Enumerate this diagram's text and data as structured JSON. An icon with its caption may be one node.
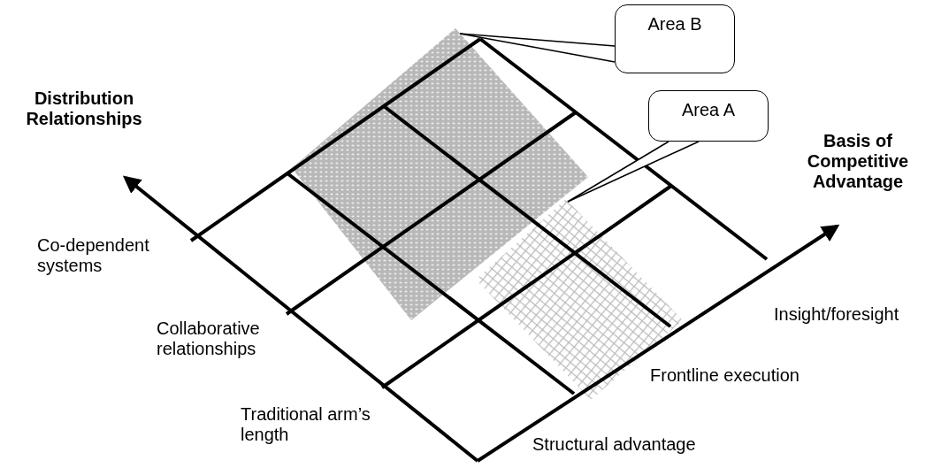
{
  "diagram": {
    "nodes": [
      {
        "text": [
          "Area B"
        ]
      },
      {
        "text": [
          "Area A"
        ]
      },
      {
        "text": [],
        "shape": "box"
      },
      {
        "text": [],
        "shape": "box"
      }
    ],
    "edges": [
      {
        "from": 0,
        "to": 2,
        "arrow": "none"
      },
      {
        "from": 1,
        "to": 3,
        "arrow": "none"
      }
    ],
    "labels": [
      "Distribution Relationships",
      "Basis of Competitive Advantage",
      "Co-dependent systems",
      "Collaborative relationships",
      "Traditional arm’s length",
      "Insight/foresight",
      "Frontline execution",
      "Structural advantage"
    ]
  }
}
